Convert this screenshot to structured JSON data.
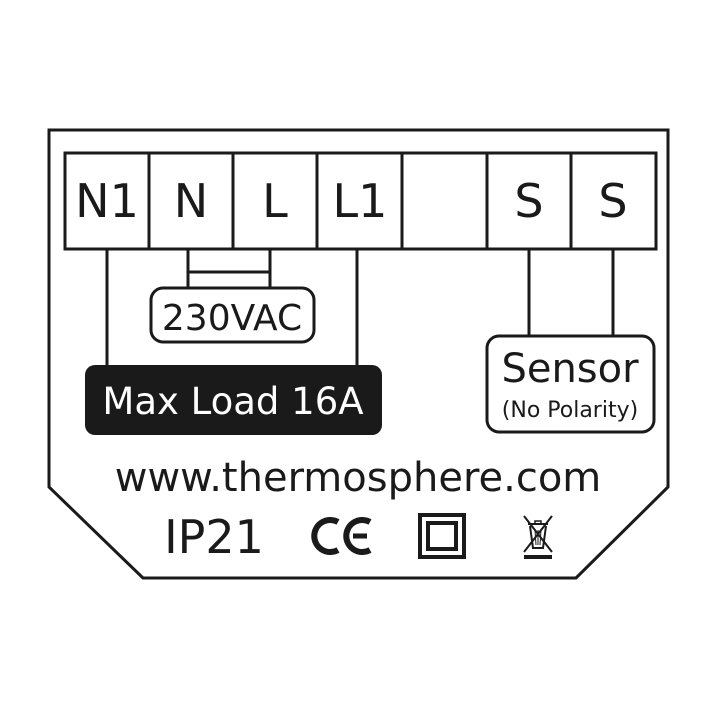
{
  "terminals": [
    "N1",
    "N",
    "L",
    "L1",
    "",
    "S",
    "S"
  ],
  "voltage_label": "230VAC",
  "max_load_label": "Max Load 16A",
  "sensor": {
    "title": "Sensor",
    "subtitle": "(No Polarity)"
  },
  "website": "www.thermosphere.com",
  "ip_rating": "IP21",
  "marks": {
    "ce": "CE",
    "ce_icon": "ce-mark-icon",
    "class2_icon": "double-insulation-icon",
    "weee_icon": "weee-bin-icon"
  },
  "colors": {
    "ink": "#1a1a1a",
    "background": "#ffffff",
    "max_load_fill": "#1a1a1a",
    "max_load_text": "#ffffff"
  }
}
